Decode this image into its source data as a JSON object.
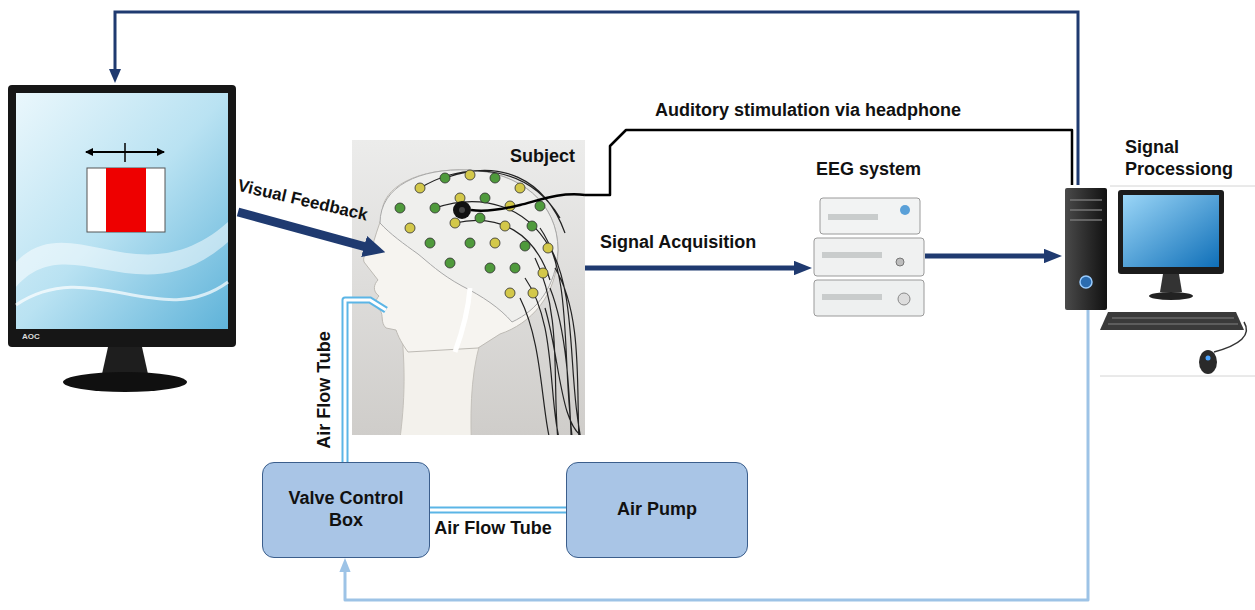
{
  "diagram": {
    "nodes": [
      {
        "text": [
          "Subject"
        ]
      },
      {
        "text": [
          "EEG system"
        ]
      },
      {
        "text": [
          "Signal Processiong"
        ]
      },
      {
        "text": [
          "Valve Control Box"
        ]
      },
      {
        "text": [
          "Air Pump"
        ]
      }
    ],
    "edges": [
      {
        "from": 0,
        "to": 1,
        "label": "Signal Acquisition",
        "arrow": "to"
      },
      {
        "from": 1,
        "to": 2,
        "arrow": "to"
      },
      {
        "from": 2,
        "to": 0,
        "label": "Auditory stimulation via headphone",
        "arrow": "none"
      },
      {
        "from": 2,
        "to": 3,
        "arrow": "to"
      },
      {
        "from": 3,
        "to": 4,
        "label": "Air Flow Tube",
        "arrow": "none"
      },
      {
        "from": 3,
        "to": 0,
        "label": "Air Flow Tube",
        "arrow": "none"
      }
    ],
    "labels": [
      "Visual Feedback",
      "AOC"
    ]
  }
}
